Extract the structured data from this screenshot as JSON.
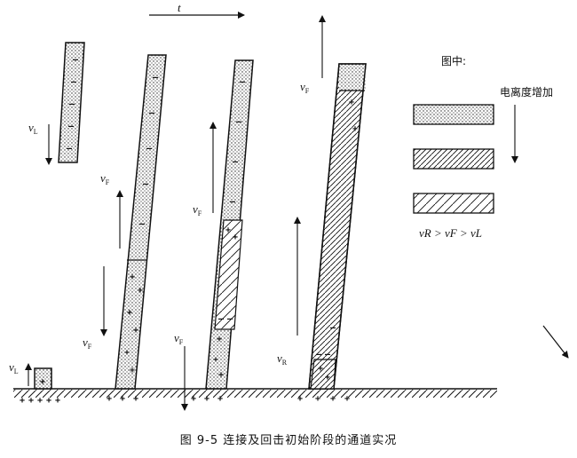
{
  "time_label": "t",
  "labels": {
    "vL": "v",
    "vL_sub": "L",
    "vF": "v",
    "vF_sub": "F",
    "vR": "v",
    "vR_sub": "R"
  },
  "legend": {
    "title": "图中:",
    "note": "电离度增加",
    "inequality": "vR > vF > vL"
  },
  "plus": "+",
  "minus": "–",
  "caption": "图 9-5   连接及回击初始阶段的通道实况"
}
